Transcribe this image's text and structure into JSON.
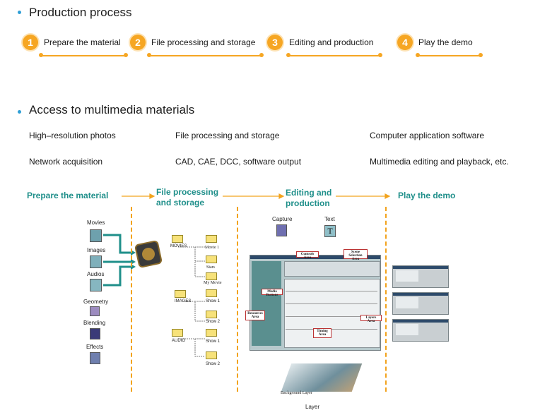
{
  "section1": {
    "title": "Production process"
  },
  "steps": [
    {
      "num": "1",
      "label": "Prepare the material"
    },
    {
      "num": "2",
      "label": "File processing and storage"
    },
    {
      "num": "3",
      "label": "Editing and production"
    },
    {
      "num": "4",
      "label": "Play the demo"
    }
  ],
  "section2": {
    "title": "Access to multimedia materials"
  },
  "access_table": [
    [
      "High–resolution photos",
      "File processing and storage",
      "Computer application software"
    ],
    [
      "Network acquisition",
      "CAD, CAE, DCC, software output",
      "Multimedia editing and playback, etc."
    ]
  ],
  "diagram": {
    "stages": [
      "Prepare the material",
      "File processing\nand storage",
      "Editing and\nproduction",
      "Play the demo"
    ],
    "materials": [
      "Movies",
      "Images",
      "Audios",
      "Geometry",
      "Blending",
      "Effects"
    ],
    "folders": {
      "movies": "MOVIES",
      "movie1": "Movie 1",
      "stars": "Stars",
      "mymovie": "My Movie",
      "images": "IMAGES",
      "show1a": "Show 1",
      "show2a": "Show 2",
      "audio": "AUDIO",
      "show1b": "Show 1",
      "show2b": "Show 2"
    },
    "tools": {
      "capture": "Capture",
      "text": "Text"
    },
    "callouts": {
      "controls": "Controls Area",
      "scene": "Scene Selection Area",
      "media": "Media Buttons",
      "resources": "Resources Area",
      "layers": "Layers Area",
      "timing": "Timing Area"
    },
    "layer_label": "Layer",
    "layer_caption": "Background Layer"
  },
  "colors": {
    "accent": "#f6a623",
    "teal": "#1f8f8a",
    "bullet": "#2f9fd6",
    "dash": "#f2a31d"
  }
}
